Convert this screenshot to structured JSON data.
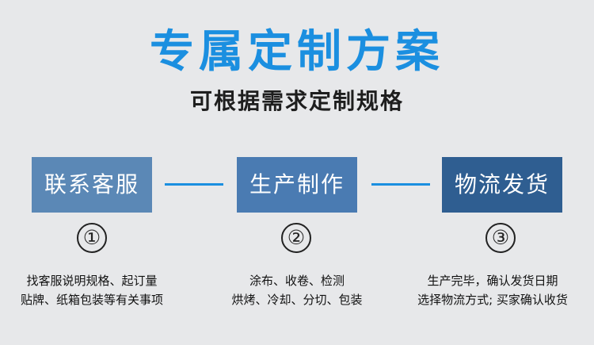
{
  "header": {
    "title": "专属定制方案",
    "subtitle": "可根据需求定制规格"
  },
  "colors": {
    "accent": "#1b8fe0",
    "step1_bg": "#5b88b6",
    "step2_bg": "#4a7bb2",
    "step3_bg": "#2f5e91",
    "background": "#e7e8ea"
  },
  "steps": [
    {
      "label": "联系客服",
      "number": "①",
      "desc_line1": "找客服说明规格、起订量",
      "desc_line2": "贴牌、纸箱包装等有关事项"
    },
    {
      "label": "生产制作",
      "number": "②",
      "desc_line1": "涂布、收卷、检测",
      "desc_line2": "烘烤、冷却、分切、包装"
    },
    {
      "label": "物流发货",
      "number": "③",
      "desc_line1": "生产完毕，确认发货日期",
      "desc_line2": "选择物流方式; 买家确认收货"
    }
  ]
}
